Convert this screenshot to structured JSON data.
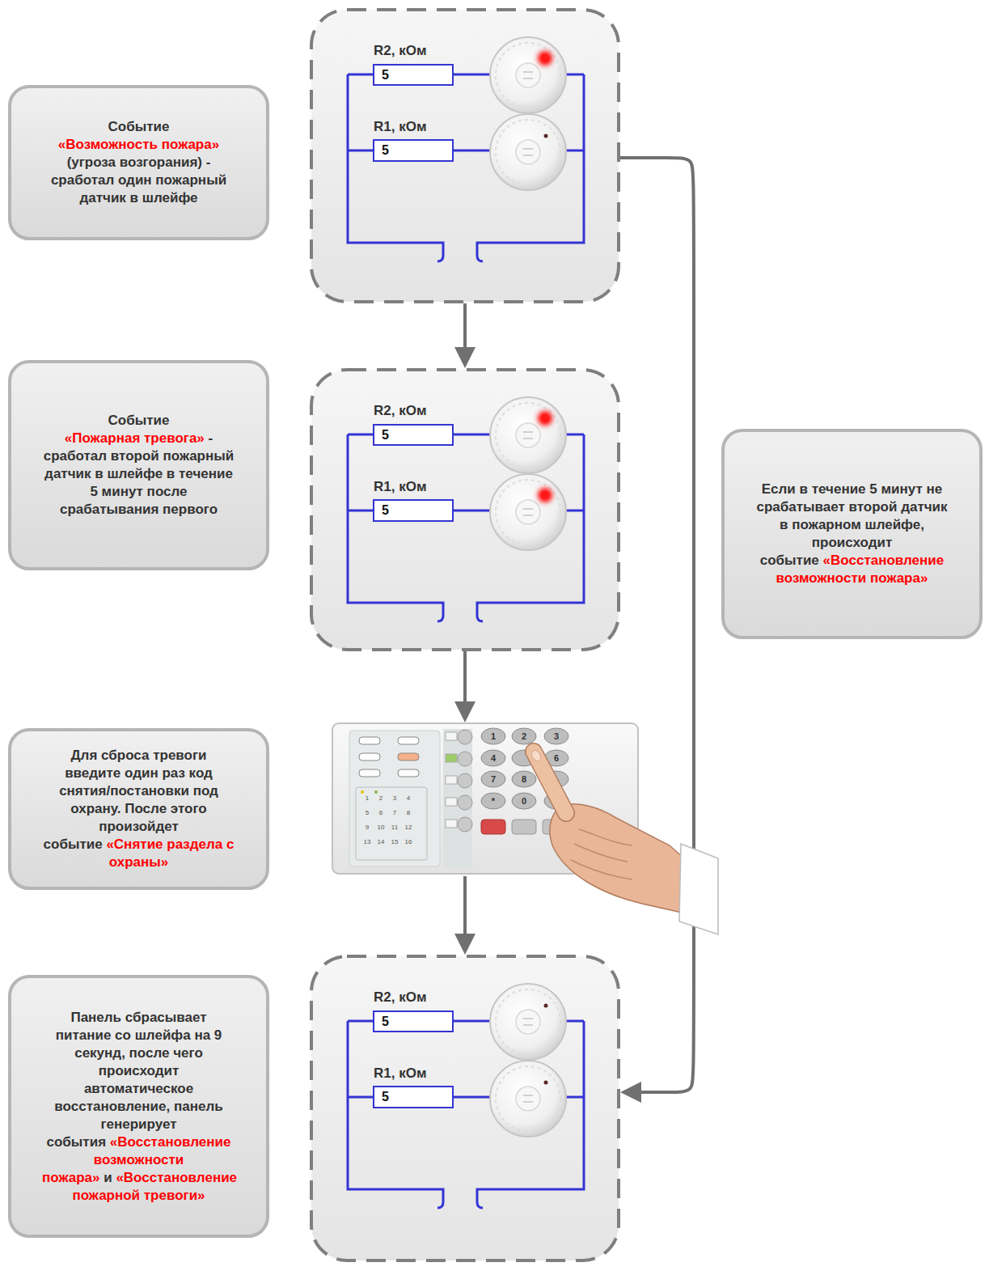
{
  "diagram": {
    "nodes": [
      {
        "text": [
          "Событие",
          "«Возможность пожара»",
          "(угроза возгорания) - сработал один пожарный датчик в шлейфе"
        ]
      },
      {
        "text": [
          "R2, кОм",
          "5",
          "R1, кОм",
          "5"
        ]
      },
      {
        "text": [
          "Событие",
          "«Пожарная тревога»",
          "- сработал второй пожарный датчик в шлейфе в течение 5 минут после срабатывания первого"
        ]
      },
      {
        "text": [
          "R2, кОм",
          "5",
          "R1, кОм",
          "5"
        ]
      },
      {
        "text": [
          "Если в течение 5 минут не срабатывает второй датчик в пожарном шлейфе, происходит событие",
          "«Восстановление возможности пожара»"
        ]
      },
      {
        "text": [
          "Для сброса тревоги введите один раз код снятия/постановки под охрану. После этого произойдет событие",
          "«Снятие раздела с охраны»"
        ]
      },
      {
        "text": [
          "1",
          "2",
          "3",
          "4",
          "6",
          "7",
          "8",
          "*",
          "0",
          "1",
          "2",
          "3",
          "4",
          "5",
          "6",
          "7",
          "8",
          "9",
          "10",
          "11",
          "12",
          "13",
          "14",
          "15",
          "16"
        ]
      },
      {
        "text": [
          "Панель сбрасывает питание со шлейфа на 9 секунд, после чего происходит автоматическое восстановление, панель генерирует события",
          "«Восстановление возможности пожара»",
          "и",
          "«Восстановление пожарной тревоги»"
        ]
      },
      {
        "text": [
          "R2, кОм",
          "5",
          "R1, кОм",
          "5"
        ]
      }
    ],
    "edges": [
      {
        "from": 1,
        "to": 3,
        "arrow": "to"
      },
      {
        "from": 3,
        "to": 6,
        "arrow": "to"
      },
      {
        "from": 6,
        "to": 8,
        "arrow": "to"
      },
      {
        "from": 1,
        "to": 8,
        "arrow": "to"
      }
    ]
  }
}
